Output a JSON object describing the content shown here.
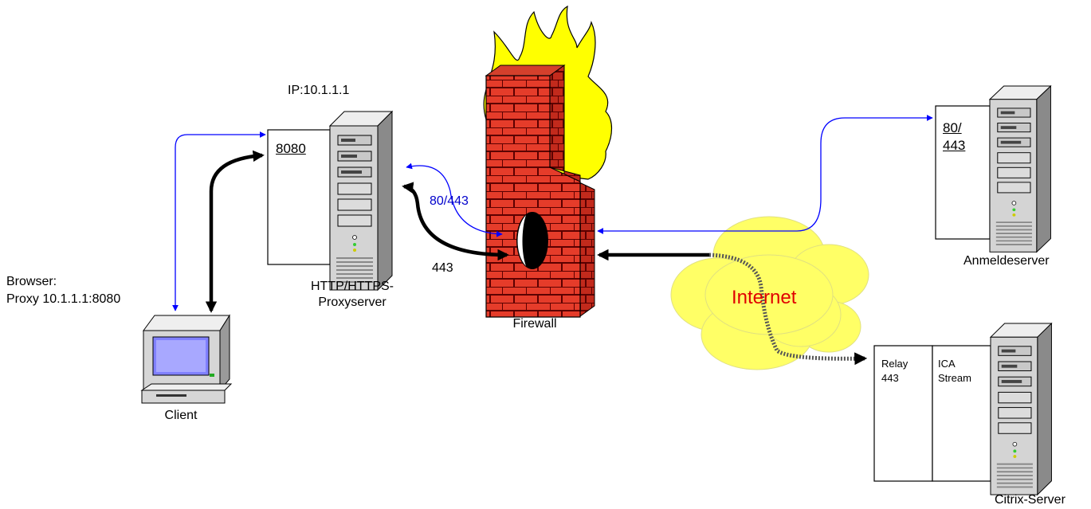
{
  "labels": {
    "proxy_ip": "IP:10.1.1.1",
    "proxy_port": "8080",
    "proxy_name_line1": "HTTP/HTTPS-",
    "proxy_name_line2": "Proxyserver",
    "browser_line1": "Browser:",
    "browser_line2": "Proxy 10.1.1.1:8080",
    "client": "Client",
    "firewall": "Firewall",
    "port_blue": "80/443",
    "port_black": "443",
    "internet": "Internet",
    "anmelde_port_line1": "80/",
    "anmelde_port_line2": "443",
    "anmeldeserver": "Anmeldeserver",
    "relay_line1": "Relay",
    "relay_line2": "443",
    "ica_line1": "ICA",
    "ica_line2": "Stream",
    "citrix": "Citrix-Server"
  },
  "colors": {
    "blue_connection": "#0000ff",
    "black_connection": "#000000",
    "brick": "#e53c2a",
    "mortar": "#5c0000",
    "flame": "#ffff00",
    "cloud": "#ffff66",
    "internet_text": "#e00000",
    "server_body": "#d4d4d4"
  }
}
